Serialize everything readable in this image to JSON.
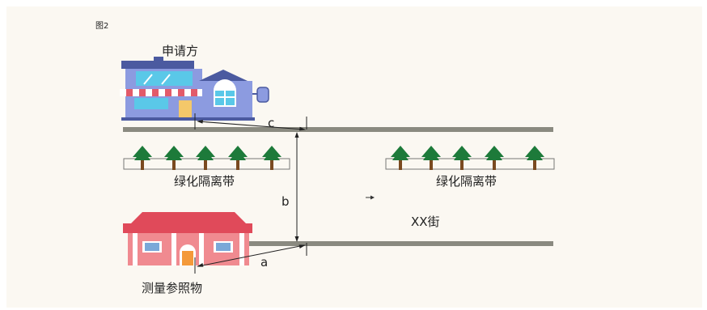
{
  "figure_label": "图2",
  "applicant_label": "申请方",
  "reference_label": "测量参照物",
  "green_belt_left_label": "绿化隔离带",
  "green_belt_right_label": "绿化隔离带",
  "street_label": "XX街",
  "dimension_a": "a",
  "dimension_b": "b",
  "dimension_c": "c",
  "colors": {
    "background": "#fbf8f2",
    "road": "#8a8a80",
    "tree_foliage": "#1d7a3a",
    "tree_trunk": "#7a4a20",
    "applicant_house": "#8c9be0",
    "reference_house": "#f08a90"
  }
}
